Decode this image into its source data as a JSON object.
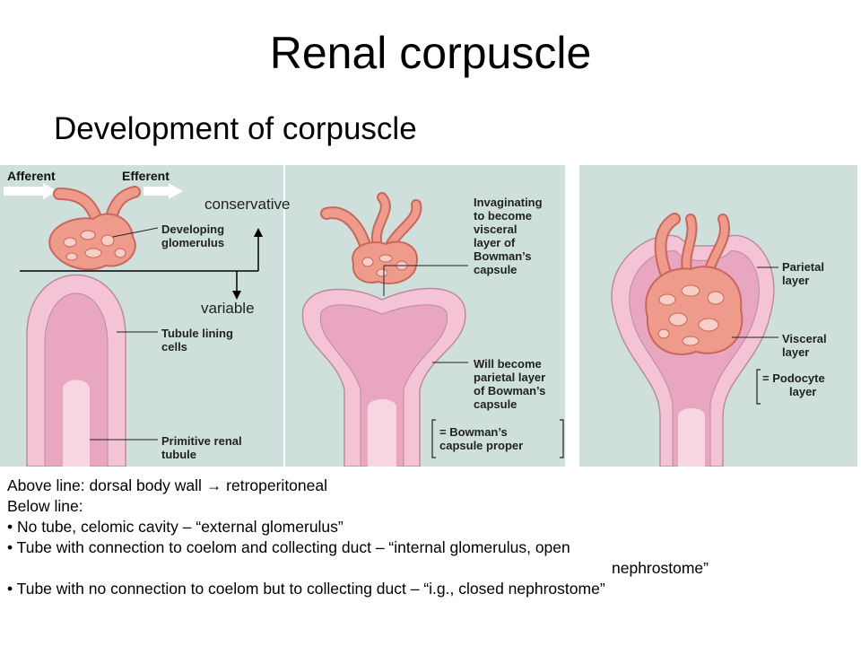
{
  "title": "Renal corpuscle",
  "subtitle": "Development of corpuscle",
  "panel1": {
    "afferent": "Afferent",
    "efferent": "Efferent",
    "developing_glomerulus": [
      "Developing",
      "glomerulus"
    ],
    "tubule_lining": [
      "Tubule lining",
      "cells"
    ],
    "primitive_tubule": [
      "Primitive renal",
      "tubule"
    ]
  },
  "panel2": {
    "invaginating": [
      "Invaginating",
      "to become",
      "visceral",
      "layer of",
      "Bowman’s",
      "capsule"
    ],
    "will_become": [
      "Will become",
      "parietal layer",
      "of Bowman’s",
      "capsule"
    ],
    "bowman_proper": [
      "= Bowman’s",
      "capsule proper"
    ]
  },
  "panel3": {
    "parietal": [
      "Parietal",
      "layer"
    ],
    "visceral": [
      "Visceral",
      "layer"
    ],
    "podocyte": [
      "= Podocyte",
      "layer"
    ]
  },
  "overlay": {
    "conservative": "conservative",
    "variable": "variable"
  },
  "notes": {
    "line1": "Above line: dorsal body wall  → retroperitoneal",
    "line2": "Below line:",
    "bullet1": "• No tube, celomic cavity – “external glomerulus”",
    "bullet2a": "• Tube with connection to coelom and collecting duct – “internal glomerulus, open",
    "bullet2b": "nephrostome”",
    "bullet3": "• Tube with no connection to coelom but to collecting duct – “i.g., closed nephrostome”"
  },
  "colors": {
    "panel_bg": "#cfdfdb",
    "tubule_wall": "#f4c4d6",
    "tubule_lumen": "#e8a6c1",
    "vessel": "#ef9b8b",
    "vessel_stroke": "#c9675a"
  }
}
